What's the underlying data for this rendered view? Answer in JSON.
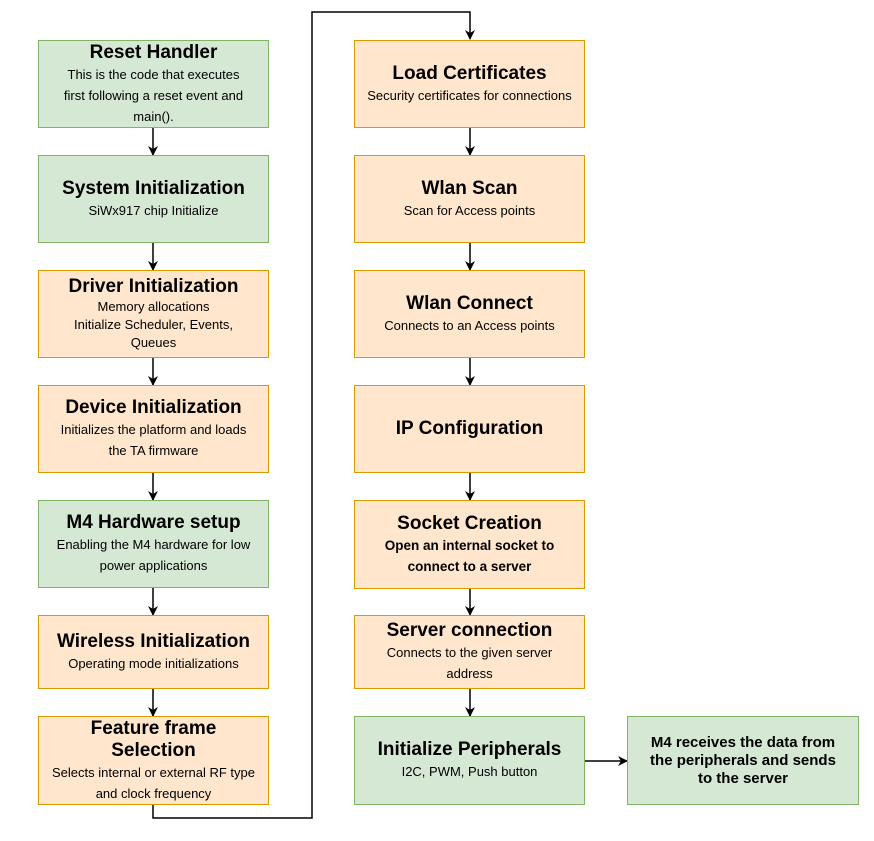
{
  "colors": {
    "green_fill": "#d5e8d4",
    "green_border": "#82b366",
    "orange_fill": "#ffe6cc",
    "orange_border": "#d79b00",
    "connector": "#000000"
  },
  "left_column": [
    {
      "title": "Reset Handler",
      "lines": [
        "This is the code that executes",
        "first following a reset event and",
        "main()."
      ],
      "color": "green"
    },
    {
      "title": "System Initialization",
      "lines": [
        "SiWx917 chip Initialize"
      ],
      "color": "green"
    },
    {
      "title": "Driver Initialization",
      "lines": [
        "Memory allocations",
        "Initialize Scheduler, Events,",
        "Queues"
      ],
      "color": "orange"
    },
    {
      "title": "Device Initialization",
      "lines": [
        "Initializes the platform and loads",
        "the TA firmware"
      ],
      "color": "orange"
    },
    {
      "title": "M4 Hardware setup",
      "lines": [
        "Enabling the M4 hardware for low",
        "power applications"
      ],
      "color": "green"
    },
    {
      "title": "Wireless Initialization",
      "lines": [
        "Operating mode initializations"
      ],
      "color": "orange"
    },
    {
      "title_lines": [
        "Feature frame",
        "Selection"
      ],
      "lines": [
        "Selects internal or external RF type",
        "and clock frequency"
      ],
      "color": "orange"
    }
  ],
  "right_column": [
    {
      "title": "Load Certificates",
      "lines": [
        "Security certificates for connections"
      ],
      "color": "orange"
    },
    {
      "title": "Wlan Scan",
      "lines": [
        "Scan for Access points"
      ],
      "color": "orange"
    },
    {
      "title": "Wlan Connect",
      "lines": [
        "Connects to an Access points"
      ],
      "color": "orange"
    },
    {
      "title": "IP Configuration",
      "lines": [],
      "color": "orange"
    },
    {
      "title": "Socket Creation",
      "lines": [
        "Open an internal socket to",
        "connect to a server"
      ],
      "color": "orange"
    },
    {
      "title": "Server connection",
      "lines": [
        "Connects to the given server",
        "address"
      ],
      "color": "orange"
    },
    {
      "title": "Initialize Peripherals",
      "lines": [
        "I2C, PWM, Push button"
      ],
      "color": "green"
    }
  ],
  "side_note": {
    "lines": [
      "M4 receives the data from",
      "the peripherals and sends",
      "to the server"
    ],
    "color": "green"
  }
}
